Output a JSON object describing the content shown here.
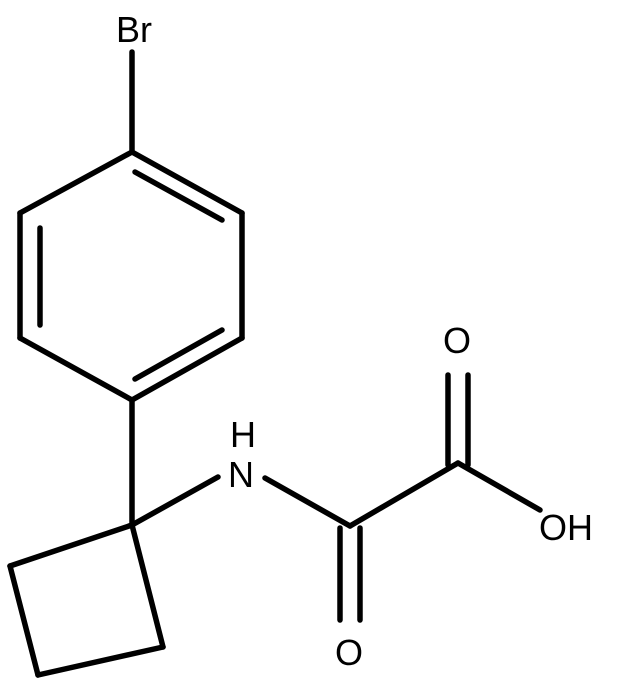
{
  "molecule": {
    "atoms": {
      "bromine": "Br",
      "amine": "H",
      "amine_n": "N",
      "carbonyl_oxygen_top": "O",
      "carbonyl_oxygen_bottom": "O",
      "hydroxyl": "OH"
    },
    "colors": {
      "bond": "#000000",
      "label": "#000000",
      "background": "#ffffff"
    }
  }
}
